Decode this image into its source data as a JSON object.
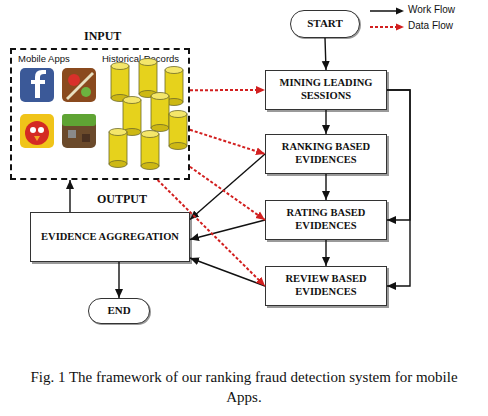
{
  "diagram": {
    "caption": "Fig. 1 The framework of our ranking fraud detection system for mobile Apps.",
    "nodes": [
      {
        "text": [
          "START"
        ]
      },
      {
        "text": [
          "INPUT",
          "Mobile Apps",
          "Historical Records"
        ]
      },
      {
        "text": [
          "MINING LEADING SESSIONS"
        ]
      },
      {
        "text": [
          "RANKING BASED EVIDENCES"
        ]
      },
      {
        "text": [
          "RATING BASED EVIDENCES"
        ]
      },
      {
        "text": [
          "REVIEW BASED EVIDENCES"
        ]
      },
      {
        "text": [
          "OUTPUT",
          "EVIDENCE AGGREGATION"
        ]
      },
      {
        "text": [
          "END"
        ]
      }
    ],
    "edges": [
      {
        "from": 0,
        "to": 2,
        "arrow": "to"
      },
      {
        "from": 2,
        "to": 3,
        "arrow": "to"
      },
      {
        "from": 3,
        "to": 4,
        "arrow": "to"
      },
      {
        "from": 4,
        "to": 5,
        "arrow": "to"
      },
      {
        "from": 2,
        "to": 4,
        "arrow": "to"
      },
      {
        "from": 2,
        "to": 5,
        "arrow": "to"
      },
      {
        "from": 3,
        "to": 6,
        "arrow": "to"
      },
      {
        "from": 4,
        "to": 6,
        "arrow": "to"
      },
      {
        "from": 5,
        "to": 6,
        "arrow": "to"
      },
      {
        "from": 6,
        "to": 1,
        "arrow": "to"
      },
      {
        "from": 6,
        "to": 7,
        "arrow": "to"
      },
      {
        "from": 1,
        "to": 2,
        "arrow": "to"
      },
      {
        "from": 1,
        "to": 3,
        "arrow": "to"
      },
      {
        "from": 1,
        "to": 4,
        "arrow": "to"
      },
      {
        "from": 1,
        "to": 5,
        "arrow": "to"
      }
    ],
    "legend": [
      {
        "text": "Work Flow"
      },
      {
        "text": "Data Flow"
      }
    ]
  }
}
